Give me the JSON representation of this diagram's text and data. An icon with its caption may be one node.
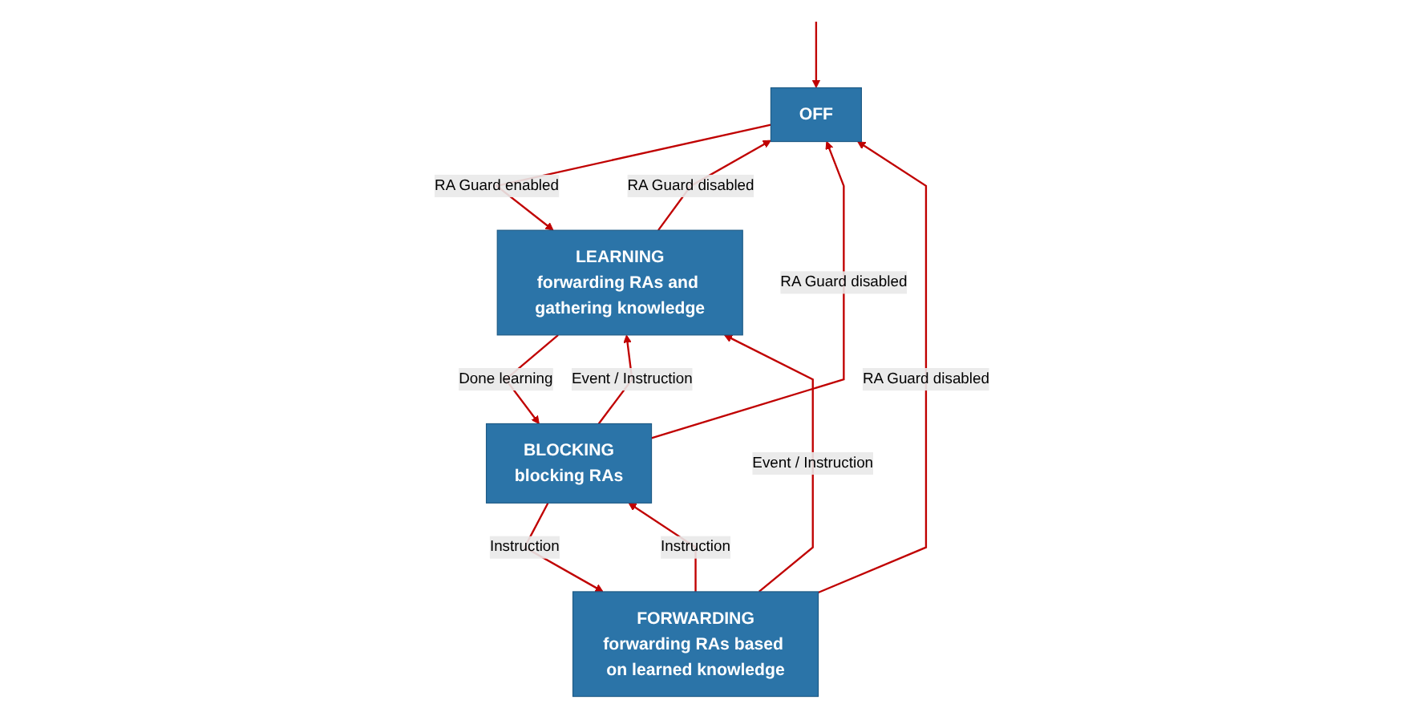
{
  "diagram": {
    "nodes": [
      {
        "text": [
          "OFF"
        ]
      },
      {
        "text": [
          "LEARNING",
          "forwarding RAs and gathering knowledge"
        ]
      },
      {
        "text": [
          "FORWARDING",
          "forwarding RAs based on learned knowledge"
        ]
      },
      {
        "text": [
          "BLOCKING",
          "blocking RAs"
        ]
      }
    ],
    "edges": [
      {
        "from": null,
        "to": 0,
        "arrow": "to"
      },
      {
        "from": 0,
        "to": 1,
        "label": "RA Guard enabled",
        "arrow": "to"
      },
      {
        "from": 1,
        "to": 0,
        "label": "RA Guard disabled",
        "arrow": "to"
      },
      {
        "from": 2,
        "to": 0,
        "label": "RA Guard disabled",
        "arrow": "to"
      },
      {
        "from": 3,
        "to": 0,
        "label": "RA Guard disabled",
        "arrow": "to"
      },
      {
        "from": 2,
        "to": 1,
        "label": "Event / Instruction",
        "arrow": "to"
      },
      {
        "from": 3,
        "to": 1,
        "label": "Event / Instruction",
        "arrow": "to"
      },
      {
        "from": 2,
        "to": 3,
        "label": "Instruction",
        "arrow": "to"
      },
      {
        "from": 1,
        "to": 3,
        "label": "Done learning",
        "arrow": "to"
      },
      {
        "from": 3,
        "to": 2,
        "label": "Instruction",
        "arrow": "to"
      }
    ]
  }
}
